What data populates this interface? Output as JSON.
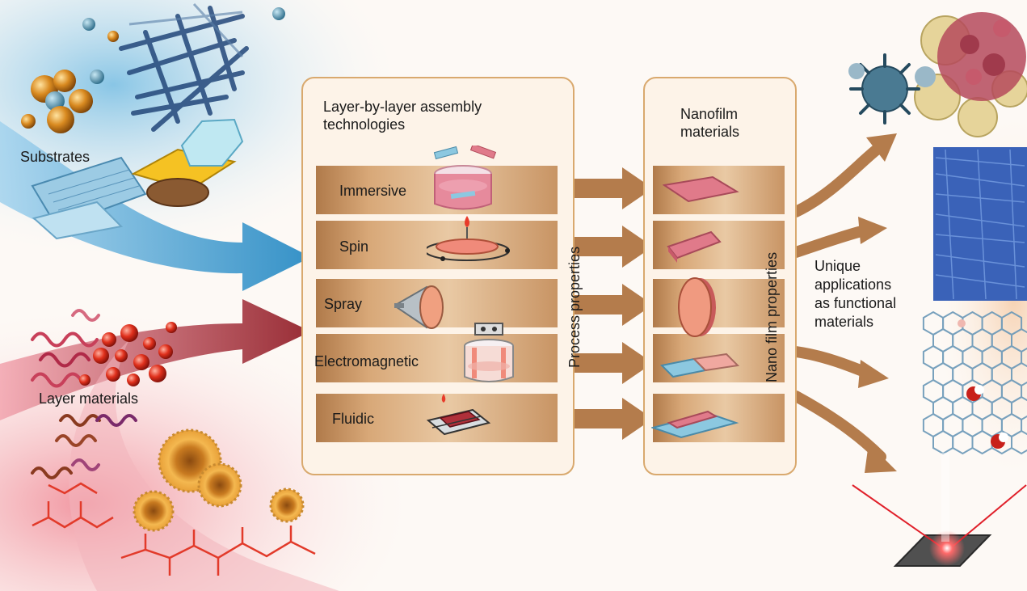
{
  "labels": {
    "substrates": "Substrates",
    "layer_materials": "Layer materials",
    "lbl_title_line1": "Layer-by-layer assembly",
    "lbl_title_line2": "technologies",
    "nanofilm_line1": "Nanofilm",
    "nanofilm_line2": "materials",
    "process_properties": "Process properties",
    "nano_film_properties": "Nano film properties",
    "unique_line1": "Unique",
    "unique_line2": "applications",
    "unique_line3": "as functional",
    "unique_line4": "materials"
  },
  "technologies": [
    "Immersive",
    "Spin",
    "Spray",
    "Electromagnetic",
    "Fluidic"
  ],
  "colors": {
    "blue_arrow": "#2f8fc6",
    "red_arrow": "#9a1c24",
    "brown_arrow": "#b47c4c",
    "panel_border": "#d9a96e",
    "film_pink": "#e07a8a",
    "film_blue": "#8cc8e0"
  }
}
